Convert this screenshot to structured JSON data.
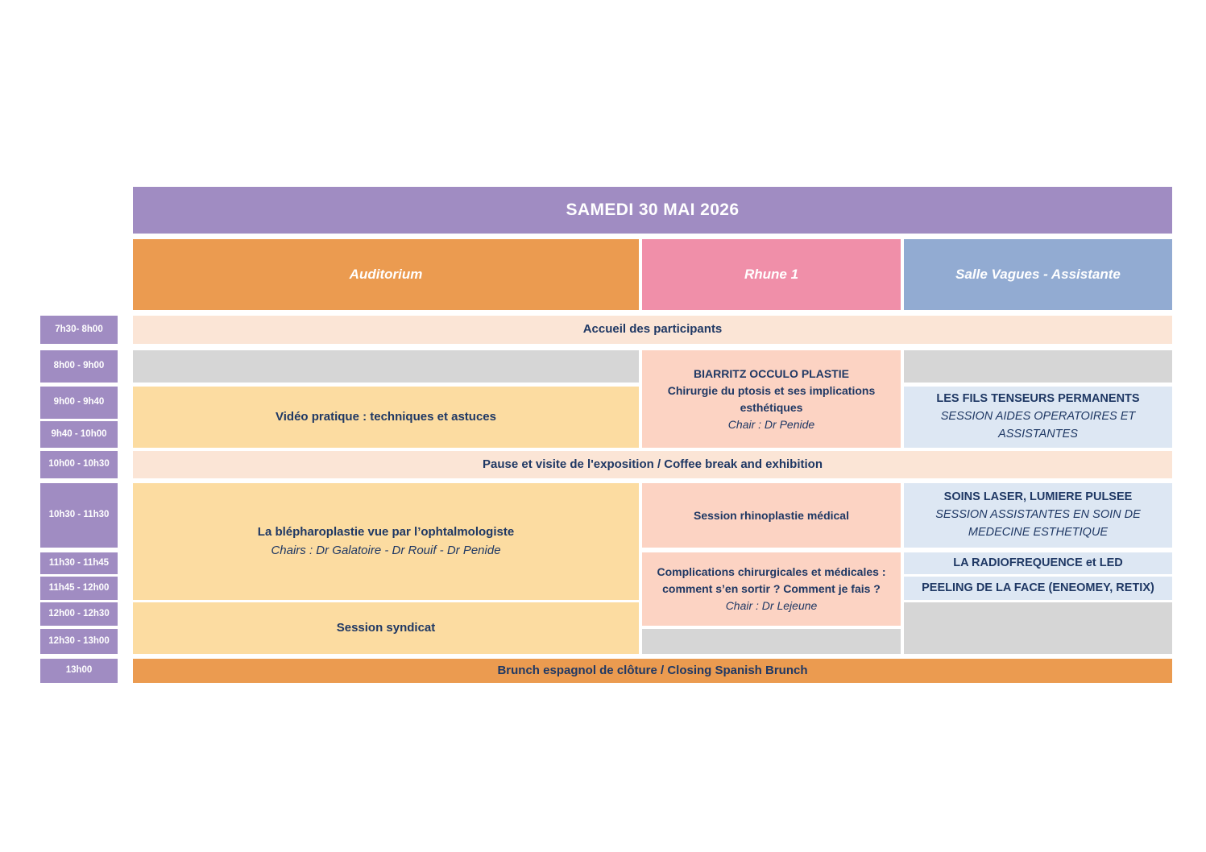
{
  "title": "SAMEDI 30 MAI 2026",
  "columns": {
    "auditorium": "Auditorium",
    "rhune": "Rhune 1",
    "salle": "Salle Vagues - Assistante"
  },
  "times": [
    "7h30- 8h00",
    "8h00 - 9h00",
    "9h00 - 9h40",
    "9h40 - 10h00",
    "10h00 - 10h30",
    "10h30 - 11h30",
    "11h30 - 11h45",
    "11h45 - 12h00",
    "12h00 - 12h30",
    "12h30 - 13h00",
    "13h00"
  ],
  "rows": {
    "accueil": "Accueil des participants",
    "pause": "Pause et visite de l'exposition / Coffee break and exhibition",
    "brunch": "Brunch espagnol de clôture / Closing Spanish Brunch"
  },
  "sessions": {
    "auditorium": {
      "video": "Vidéo pratique : techniques et astuces",
      "bleph_title": "La blépharoplastie vue par l’ophtalmologiste",
      "bleph_chairs": "Chairs : Dr Galatoire - Dr Rouif -  Dr Penide",
      "syndicat": "Session syndicat"
    },
    "rhune": {
      "occulo_title": "BIARRITZ OCCULO PLASTIE",
      "occulo_sub": "Chirurgie du ptosis et ses implications esthétiques",
      "occulo_chair": "Chair : Dr Penide",
      "rhino": "Session rhinoplastie médical",
      "complications_title": "Complications chirurgicales et médicales : comment s’en sortir ? Comment je fais ?",
      "complications_chair": "Chair : Dr Lejeune"
    },
    "salle": {
      "fils_title": "LES FILS TENSEURS PERMANENTS",
      "fils_sub": "SESSION AIDES  OPERATOIRES ET ASSISTANTES",
      "laser_title": "SOINS LASER, LUMIERE PULSEE",
      "laser_sub": "SESSION ASSISTANTES EN SOIN DE MEDECINE ESTHETIQUE",
      "radio": "LA RADIOFREQUENCE et LED",
      "peeling": "PEELING DE LA FACE (ENEOMEY, RETIX)"
    }
  },
  "colors": {
    "purple": "#a08cc2",
    "orange": "#eb9b50",
    "pink": "#f08fa9",
    "blue": "#92abd2",
    "peach": "#fbe5d6",
    "tan": "#fcdca1",
    "salmon": "#fcd3c3",
    "light_blue": "#dde7f3",
    "gray": "#d6d6d6",
    "text_navy": "#1f3864"
  }
}
